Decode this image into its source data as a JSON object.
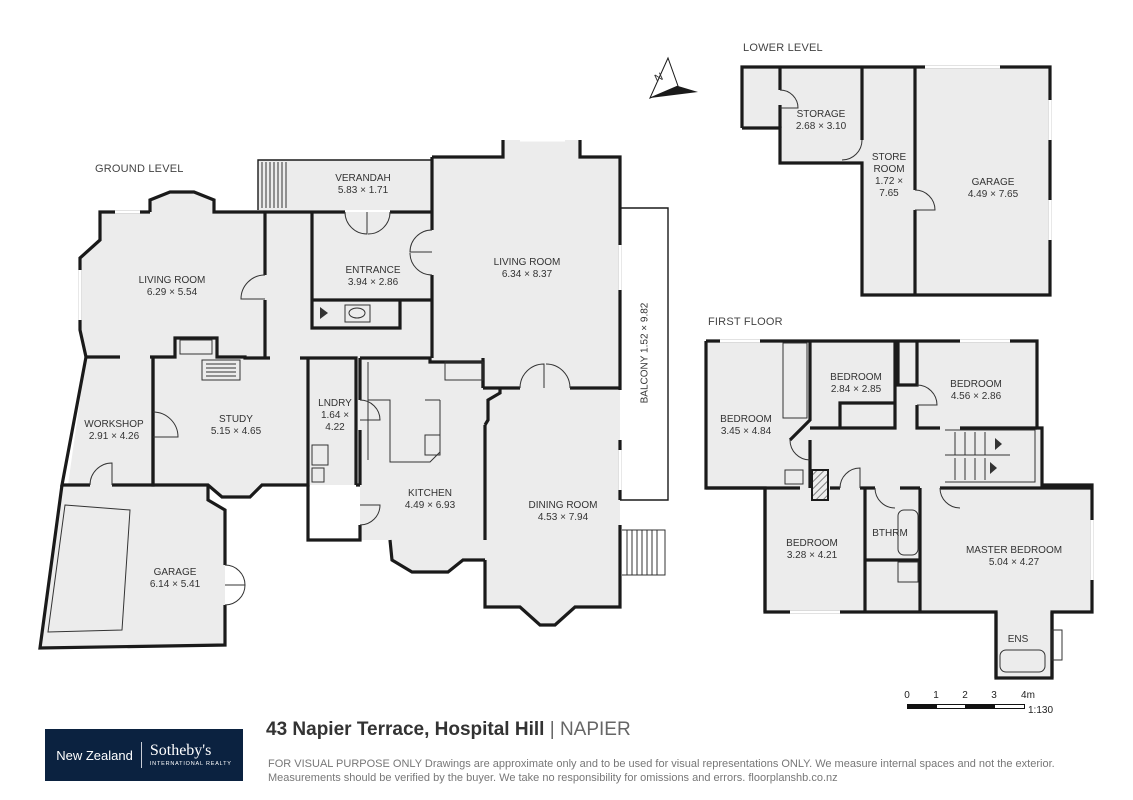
{
  "levels": {
    "ground": "GROUND LEVEL",
    "lower": "LOWER LEVEL",
    "first": "FIRST FLOOR"
  },
  "rooms": {
    "verandah": {
      "name": "VERANDAH",
      "dim": "5.83 × 1.71"
    },
    "living_left": {
      "name": "LIVING ROOM",
      "dim": "6.29 × 5.54"
    },
    "entrance": {
      "name": "ENTRANCE",
      "dim": "3.94 × 2.86"
    },
    "living_main": {
      "name": "LIVING ROOM",
      "dim": "6.34 × 8.37"
    },
    "balcony": {
      "name": "BALCONY",
      "dim": "1.52 × 9.82"
    },
    "workshop": {
      "name": "WORKSHOP",
      "dim": "2.91 × 4.26"
    },
    "study": {
      "name": "STUDY",
      "dim": "5.15 × 4.65"
    },
    "laundry": {
      "name": "LNDRY",
      "dim1": "1.64 ×",
      "dim2": "4.22"
    },
    "kitchen": {
      "name": "KITCHEN",
      "dim": "4.49 × 6.93"
    },
    "dining": {
      "name": "DINING ROOM",
      "dim": "4.53 × 7.94"
    },
    "garage_ground": {
      "name": "GARAGE",
      "dim": "6.14 × 5.41"
    },
    "storage": {
      "name": "STORAGE",
      "dim": "2.68 × 3.10"
    },
    "store_room": {
      "name1": "STORE",
      "name2": "ROOM",
      "dim1": "1.72 ×",
      "dim2": "7.65"
    },
    "garage_lower": {
      "name": "GARAGE",
      "dim": "4.49 × 7.65"
    },
    "bedroom_1": {
      "name": "BEDROOM",
      "dim": "3.45 × 4.84"
    },
    "bedroom_2": {
      "name": "BEDROOM",
      "dim": "2.84 × 2.85"
    },
    "bedroom_3": {
      "name": "BEDROOM",
      "dim": "4.56 × 2.86"
    },
    "bedroom_4": {
      "name": "BEDROOM",
      "dim": "3.28 × 4.21"
    },
    "bathroom": {
      "name": "BTHRM"
    },
    "master": {
      "name": "MASTER BEDROOM",
      "dim": "5.04 × 4.27"
    },
    "ensuite": {
      "name": "ENS"
    }
  },
  "compass": {
    "label": "N"
  },
  "scale": {
    "ticks": [
      "0",
      "1",
      "2",
      "3",
      "4m"
    ],
    "ratio": "1:130"
  },
  "brand": {
    "region": "New Zealand",
    "name": "Sotheby's",
    "sub": "INTERNATIONAL REALTY",
    "color": "#0b2240"
  },
  "address": {
    "street": "43 Napier Terrace, Hospital Hill",
    "separator": "|",
    "city": "NAPIER"
  },
  "disclaimer": "FOR VISUAL PURPOSE ONLY Drawings are approximate only and to be used for visual representations ONLY. We measure internal spaces and not the exterior. Measurements should be verified by the buyer. We take no responsibility for omissions and errors. floorplanshb.co.nz"
}
